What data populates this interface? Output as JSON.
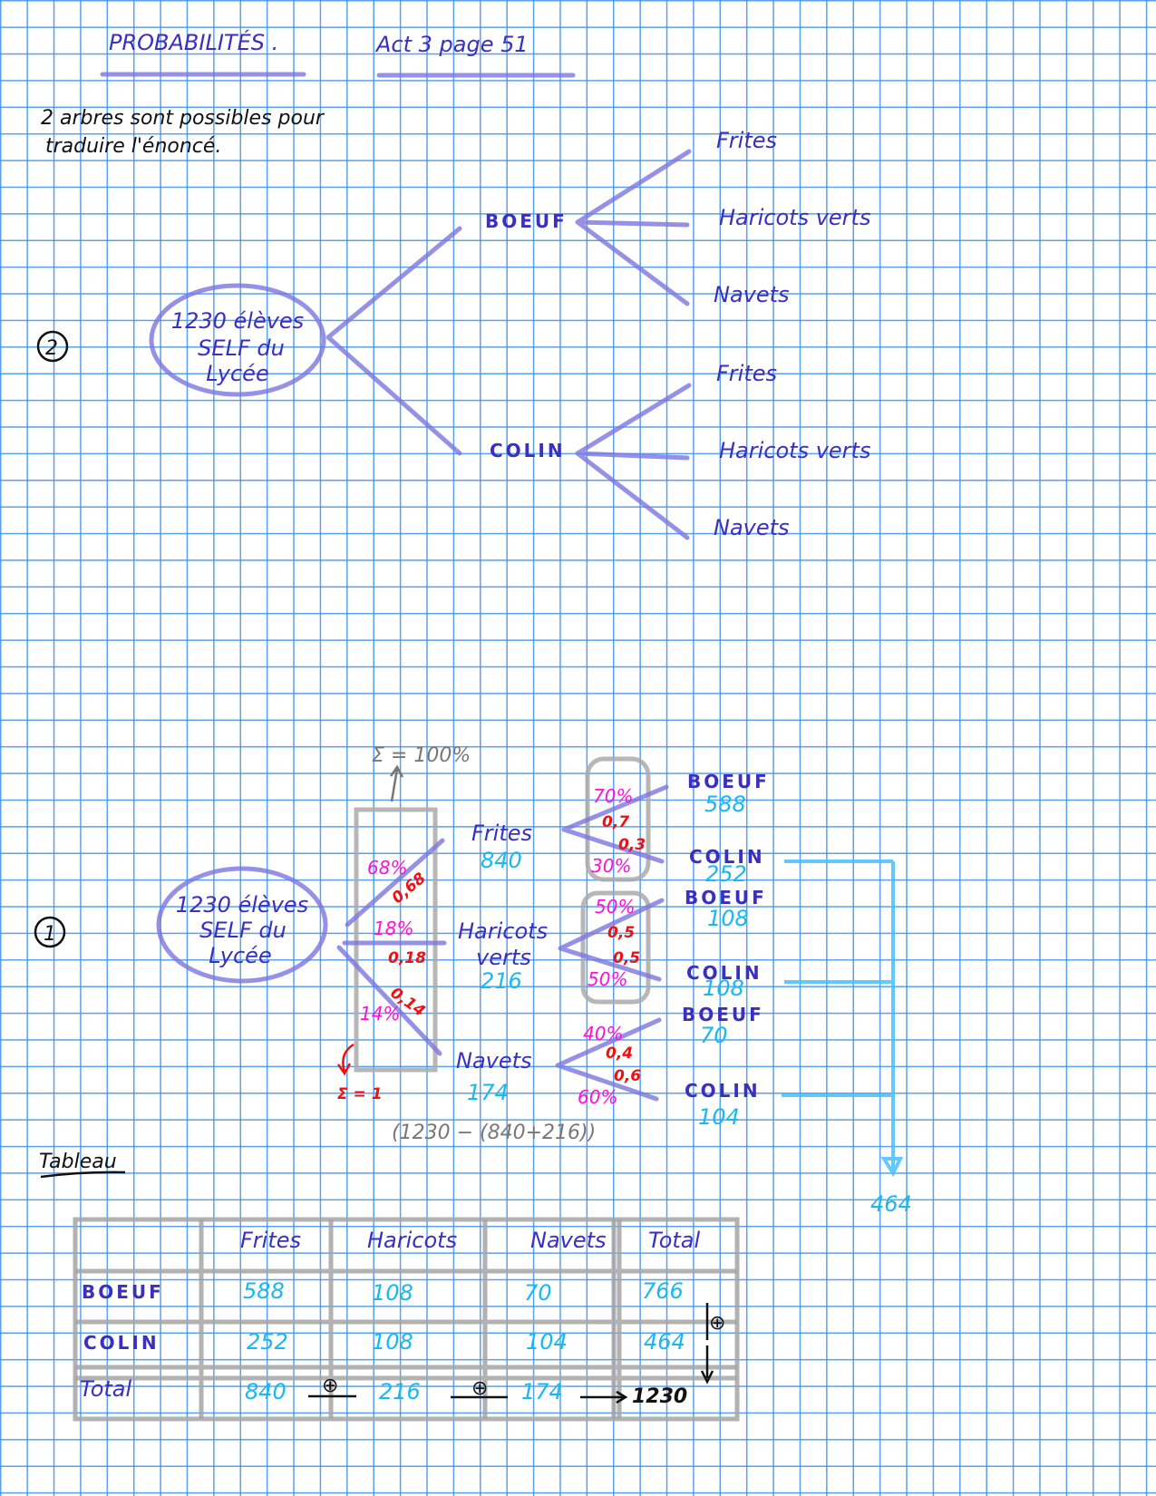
{
  "header": {
    "title": "PROBABILITÉS .",
    "reference": "Act 3   page 51"
  },
  "intro": {
    "line1": "2 arbres sont possibles    pour",
    "line2": "traduire l'énoncé."
  },
  "tree2": {
    "marker": "2",
    "root": [
      "1230 élèves",
      "SELF du",
      "Lycée"
    ],
    "branches": [
      {
        "label": "BOEUF",
        "children": [
          "Frites",
          "Haricots verts",
          "Navets"
        ]
      },
      {
        "label": "COLIN",
        "children": [
          "Frites",
          "Haricots verts",
          "Navets"
        ]
      }
    ]
  },
  "tree1": {
    "marker": "1",
    "root": [
      "1230 élèves",
      "SELF du",
      "Lycée"
    ],
    "sum_percent": "Σ = 100%",
    "sum_one": "Σ = 1",
    "calc": "(1230 − (840+216))",
    "level1": [
      {
        "label": "Frites",
        "count": "840",
        "percent": "68%",
        "prob": "0,68"
      },
      {
        "label": "Haricots",
        "label2": "verts",
        "count": "216",
        "percent": "18%",
        "prob": "0,18"
      },
      {
        "label": "Navets",
        "count": "174",
        "percent": "14%",
        "prob": "0,14"
      }
    ],
    "level2": [
      {
        "p1": "70%",
        "q1": "0,7",
        "q2": "0,3",
        "p2": "30%",
        "a": "BOEUF",
        "a_count": "588",
        "b": "COLIN",
        "b_count": "252"
      },
      {
        "p1": "50%",
        "q1": "0,5",
        "q2": "0,5",
        "p2": "50%",
        "a": "BOEUF",
        "a_count": "108",
        "b": "COLIN",
        "b_count": "108"
      },
      {
        "p1": "40%",
        "q1": "0,4",
        "q2": "0,6",
        "p2": "60%",
        "a": "BOEUF",
        "a_count": "70",
        "b": "COLIN",
        "b_count": "104"
      }
    ],
    "colin_total": "464"
  },
  "table": {
    "title": "Tableau",
    "headers": [
      "",
      "Frites",
      "Haricots",
      "Navets",
      "Total"
    ],
    "rows": [
      [
        "BOEUF",
        "588",
        "108",
        "70",
        "766"
      ],
      [
        "COLIN",
        "252",
        "108",
        "104",
        "464"
      ],
      [
        "Total",
        "840",
        "216",
        "174",
        "1230"
      ]
    ],
    "plus": "⊕"
  },
  "colors": {
    "grid": "#3c91eb",
    "ink_blue": "#3a2fc0",
    "cyan": "#18b8f0",
    "magenta": "#ff10d8",
    "red": "#f01010"
  }
}
